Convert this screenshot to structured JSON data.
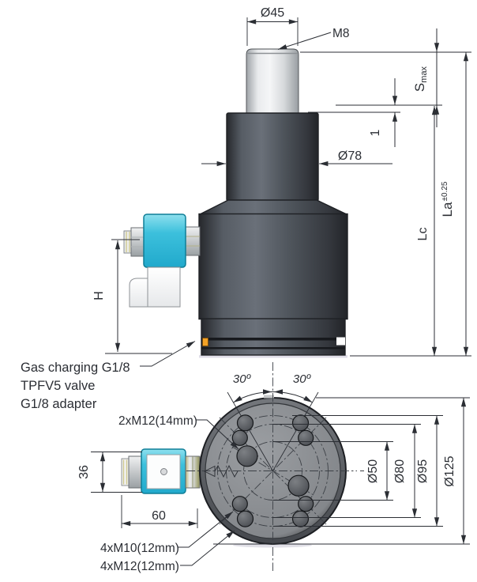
{
  "colors": {
    "line": "#2b2e34",
    "valve_cyan": "#3cc0dc",
    "gas_port_orange": "#f2a227",
    "body_dark": "#4a4f56",
    "rod_light": "#e9ebed",
    "flange_gray": "#8b8e92"
  },
  "side_view": {
    "dim_rod_dia": "Ø45",
    "thread": "M8",
    "stroke": {
      "main": "S",
      "sub": "max"
    },
    "dim_gap": "1",
    "dim_body_dia": "Ø78",
    "dim_lc": "Lc",
    "dim_la": {
      "main": "La",
      "sup": "±0.25"
    },
    "dim_h": "H",
    "note_line1": "Gas charging G1/8",
    "note_line2": "TPFV5 valve",
    "note_line3": "G1/8 adapter"
  },
  "bottom_view": {
    "angle_left": "30º",
    "angle_right": "30º",
    "thread_2xm12": "2xM12(14mm)",
    "dim_d50": "Ø50",
    "dim_d80": "Ø80",
    "dim_d95": "Ø95",
    "dim_d125": "Ø125",
    "dim_valve_height": "36",
    "dim_valve_length": "60",
    "thread_4xm10": "4xM10(12mm)",
    "thread_4xm12": "4xM12(12mm)"
  }
}
